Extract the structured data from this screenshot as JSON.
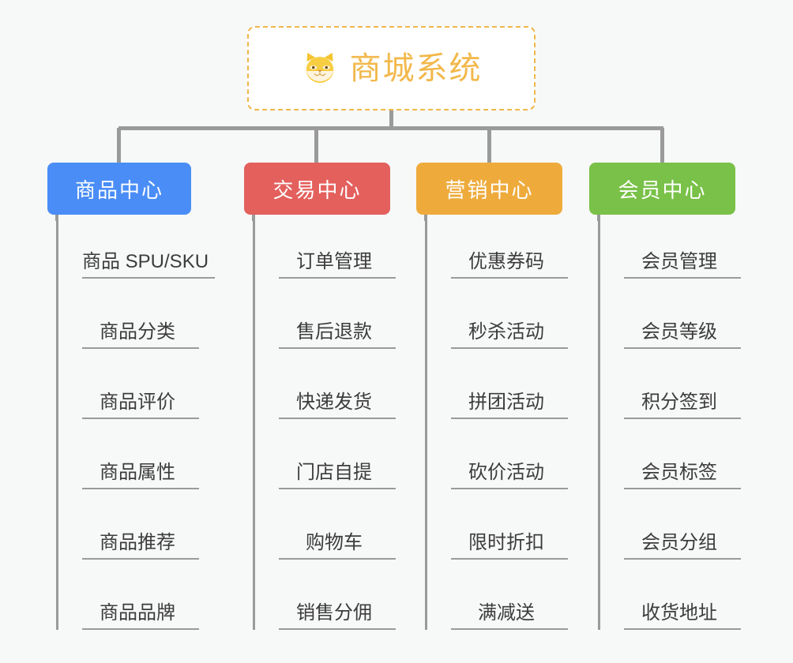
{
  "page": {
    "background_color": "#f7f8f8",
    "line_color": "#9a9a9a"
  },
  "root": {
    "title": "商城系统",
    "icon": "shiba-dog-icon",
    "border_color": "#f0b64a",
    "text_color": "#f2b84b",
    "background_color": "#ffffff"
  },
  "branches": [
    {
      "label": "商品中心",
      "color": "#4a8df6",
      "items": [
        "商品 SPU/SKU",
        "商品分类",
        "商品评价",
        "商品属性",
        "商品推荐",
        "商品品牌"
      ]
    },
    {
      "label": "交易中心",
      "color": "#e3605d",
      "items": [
        "订单管理",
        "售后退款",
        "快递发货",
        "门店自提",
        "购物车",
        "销售分佣"
      ]
    },
    {
      "label": "营销中心",
      "color": "#eeab3c",
      "items": [
        "优惠券码",
        "秒杀活动",
        "拼团活动",
        "砍价活动",
        "限时折扣",
        "满减送"
      ]
    },
    {
      "label": "会员中心",
      "color": "#79c148",
      "items": [
        "会员管理",
        "会员等级",
        "积分签到",
        "会员标签",
        "会员分组",
        "收货地址"
      ]
    }
  ]
}
